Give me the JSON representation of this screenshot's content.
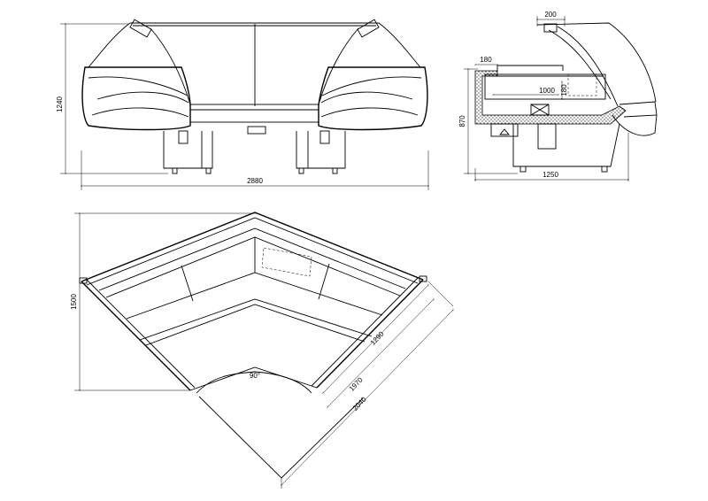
{
  "drawing": {
    "front_view": {
      "width": "2880",
      "height": "1240"
    },
    "side_view": {
      "top_width": "200",
      "wall": "180",
      "inner_depth": "1000",
      "shelf_height": "180",
      "counter_height": "870",
      "depth": "1250"
    },
    "plan_view": {
      "height": "1500",
      "inner": "1290",
      "middle": "1970",
      "outer": "2040",
      "angle": "90°"
    }
  }
}
